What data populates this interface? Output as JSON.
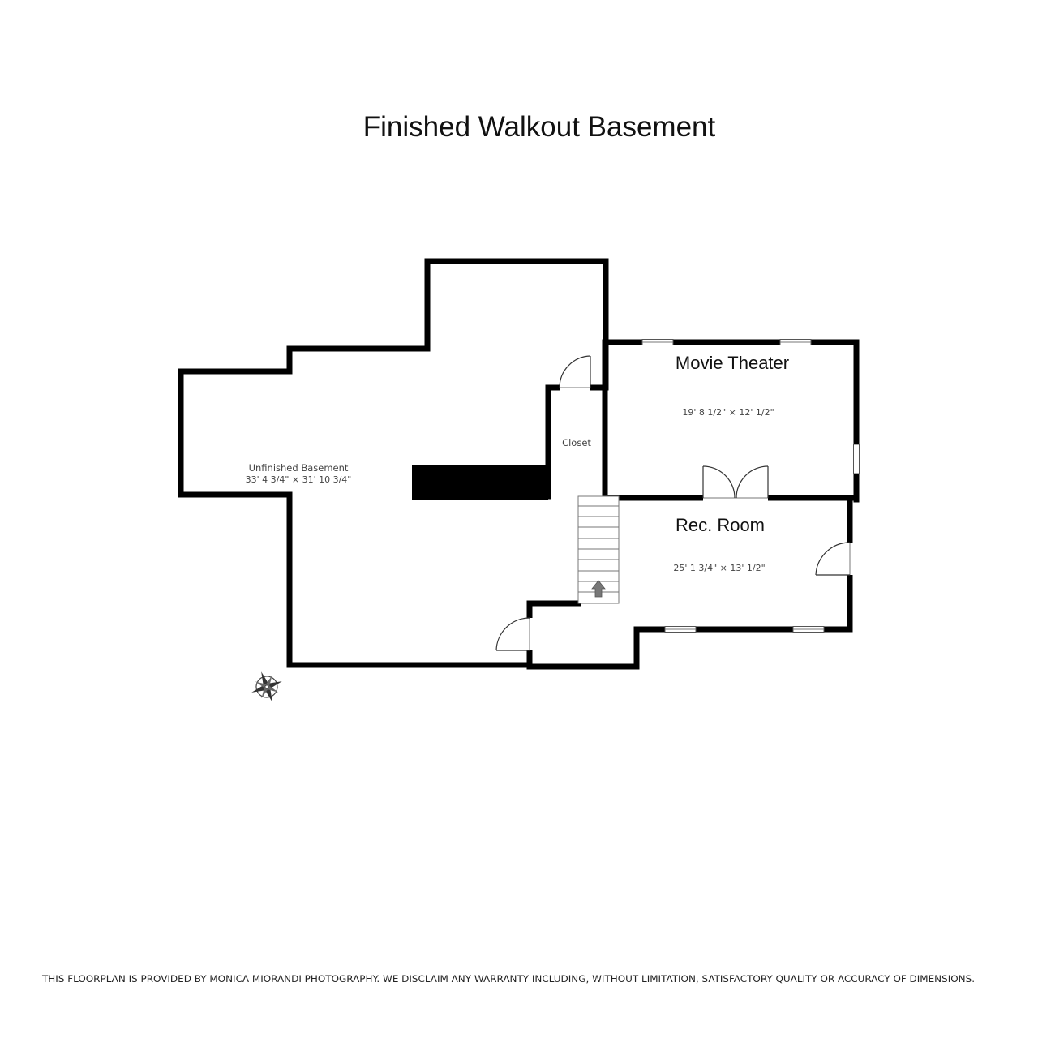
{
  "title": "Finished Walkout Basement",
  "rooms": {
    "unfinished_basement": {
      "name": "Unfinished Basement",
      "dimensions": "33' 4 3/4\" × 31' 10 3/4\""
    },
    "closet": {
      "name": "Closet"
    },
    "movie_theater": {
      "name": "Movie Theater",
      "dimensions": "19' 8 1/2\" × 12' 1/2\""
    },
    "rec_room": {
      "name": "Rec. Room",
      "dimensions": "25' 1 3/4\" × 13' 1/2\""
    }
  },
  "icons": {
    "compass": "compass-rose-icon",
    "stairs_arrow": "up-arrow-icon"
  },
  "colors": {
    "wall": "#000000",
    "stairs_arrow": "#777777"
  },
  "disclaimer": "THIS FLOORPLAN IS PROVIDED BY MONICA MIORANDI PHOTOGRAPHY. WE DISCLAIM ANY WARRANTY INCLUDING, WITHOUT LIMITATION, SATISFACTORY QUALITY OR ACCURACY OF DIMENSIONS."
}
